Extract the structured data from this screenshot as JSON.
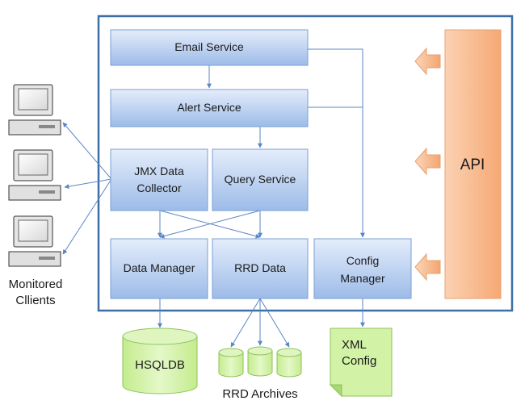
{
  "components": {
    "email_service": "Email Service",
    "alert_service": "Alert Service",
    "jmx_collector": [
      "JMX Data",
      "Collector"
    ],
    "query_service": "Query Service",
    "data_manager": "Data Manager",
    "rrd_data": "RRD Data",
    "config_manager": [
      "Config",
      "Manager"
    ],
    "api": "API"
  },
  "storage": {
    "hsqldb": "HSQLDB",
    "rrd_archives": "RRD Archives",
    "xml_config": [
      "XML",
      "Config"
    ]
  },
  "clients": {
    "label": [
      "Monitored",
      "Cllients"
    ]
  },
  "colors": {
    "frame": "#3d6fa6",
    "service_top": "#e2ecfb",
    "service_bottom": "#9fbde8",
    "service_stroke": "#7a9fd3",
    "api_fill": "#f9bf93",
    "api_stroke": "#e9a070",
    "storage_fill": "#d2f2a6",
    "storage_stroke": "#8fc25a",
    "arrow": "#5b86c4"
  }
}
